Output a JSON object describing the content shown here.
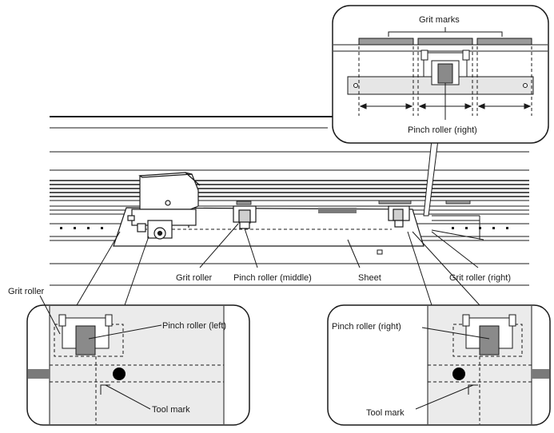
{
  "labels": {
    "top_inset_grit_marks": "Grit marks",
    "top_inset_pinch_right": "Pinch roller (right)",
    "main_grit_roller": "Grit roller",
    "main_pinch_middle": "Pinch roller (middle)",
    "main_sheet": "Sheet",
    "main_grit_roller_right": "Grit roller (right)",
    "left_grit_roller": "Grit roller",
    "left_pinch_left": "Pinch roller (left)",
    "left_tool_mark": "Tool mark",
    "right_pinch_right": "Pinch roller (right)",
    "right_tool_mark": "Tool mark"
  },
  "colors": {
    "line": "#1a1a1a",
    "inset_fill": "#ebebeb",
    "roller_gray": "#8a8a8a",
    "grit_mark": "#9a9a9a"
  }
}
